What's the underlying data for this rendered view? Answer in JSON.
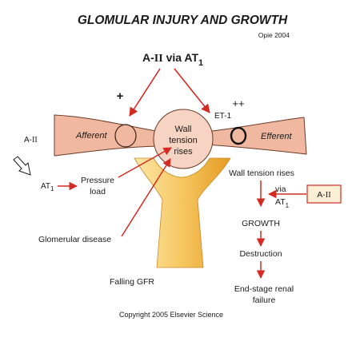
{
  "header": {
    "title": "GLOMULAR INJURY AND GROWTH",
    "citation": "Opie 2004"
  },
  "receptor": {
    "prefix": "A-",
    "numeral": "II",
    "via": " via AT",
    "subscript": "1"
  },
  "vessels": {
    "afferent_label": "Afferent",
    "efferent_label": "Efferent",
    "plus_single": "+",
    "plus_double": "++",
    "et1_label": "ET-1"
  },
  "glomerulus": {
    "line1": "Wall",
    "line2": "tension",
    "line3": "rises"
  },
  "left_path": {
    "aii_prefix": "A-",
    "aii_numeral": "II",
    "at_label": "AT",
    "at_subscript": "1",
    "pressure_line1": "Pressure",
    "pressure_line2": "load",
    "glomerular_disease": "Glomerular disease",
    "falling_gfr": "Falling GFR"
  },
  "right_cascade": {
    "wall_tension_rises": "Wall tension rises",
    "via": "via",
    "at_label": "AT",
    "at_subscript": "1",
    "aii_box_prefix": "A-",
    "aii_box_numeral": "II",
    "growth": "GROWTH",
    "destruction": "Destruction",
    "end_stage_line1": "End-stage renal",
    "end_stage_line2": "failure"
  },
  "footer": {
    "copyright": "Copyright 2005 Elsevier Science"
  },
  "colors": {
    "arrow_red": "#d42a22",
    "vessel_fill": "#f0b8a0",
    "vessel_stroke": "#6b3a26",
    "glomerulus_fill": "#f7d3c3",
    "tubule_light": "#fce2a0",
    "tubule_dark": "#eba52a",
    "box_fill": "#fcefd6",
    "text": "#1a1a1a"
  }
}
